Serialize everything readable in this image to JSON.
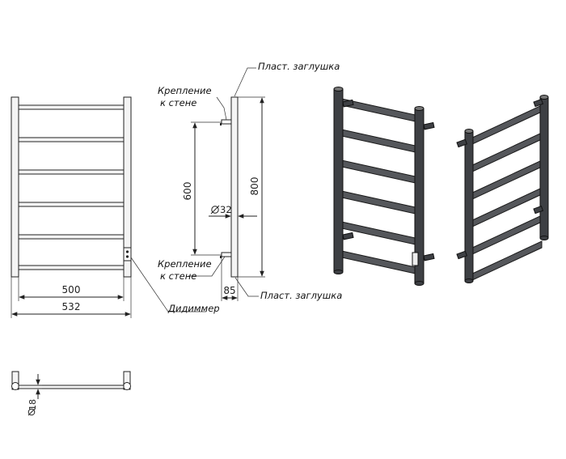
{
  "callouts": {
    "plug_top": "Пласт. заглушка",
    "plug_bottom": "Пласт. заглушка",
    "mount_top_line1": "Крепление",
    "mount_top_line2": "к стене",
    "mount_bottom_line1": "Крепление",
    "mount_bottom_line2": "к стене",
    "dimmer": "Дидиммер"
  },
  "dimensions": {
    "inner_width": "500",
    "outer_width": "532",
    "mount_spacing": "600",
    "height": "800",
    "pipe_diameter": "32",
    "depth": "85",
    "bar_diameter": "18"
  },
  "colors": {
    "line": "#222222",
    "render_fill": "#55575b"
  }
}
